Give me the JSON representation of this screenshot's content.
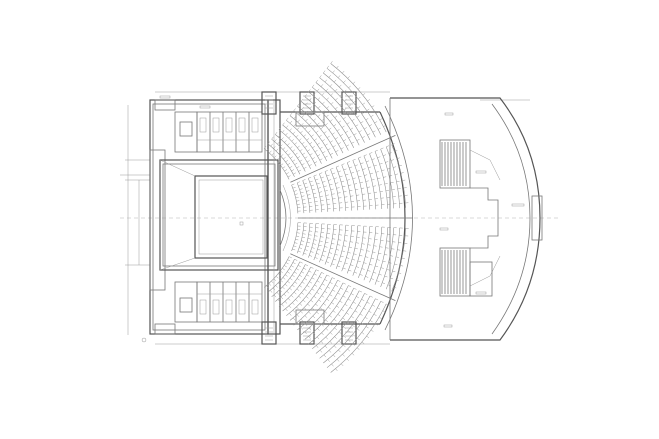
{
  "drawing": {
    "type": "architectural-floor-plan",
    "subject": "theatre",
    "line_color": "#555555",
    "background": "#ffffff",
    "seating_blocks": 4,
    "labels": []
  }
}
